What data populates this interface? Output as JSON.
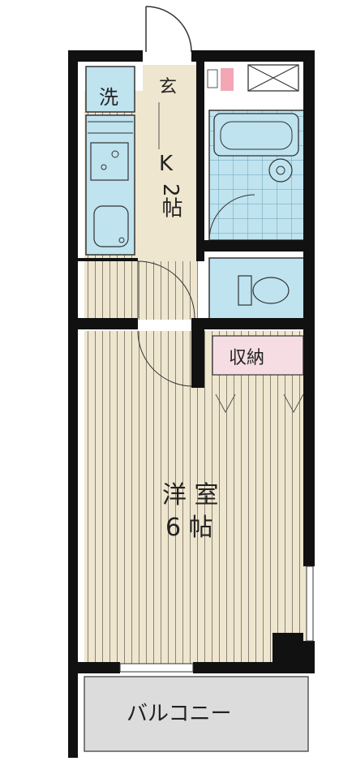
{
  "rooms": {
    "entrance": "玄",
    "laundry": "洗",
    "kitchen_k": "K",
    "kitchen_size": "2帖",
    "storage": "収納",
    "western_name": "洋 室",
    "western_size": "6 帖",
    "balcony": "バルコニー"
  },
  "colors": {
    "wall": "#111111",
    "floor": "#efe6cf",
    "floor_lines": "#7a7468",
    "wet_area": "#bfe3ef",
    "storage": "#f6dde4",
    "entrance_marker": "#f2a6b6",
    "balcony": "#dcdcdc"
  }
}
